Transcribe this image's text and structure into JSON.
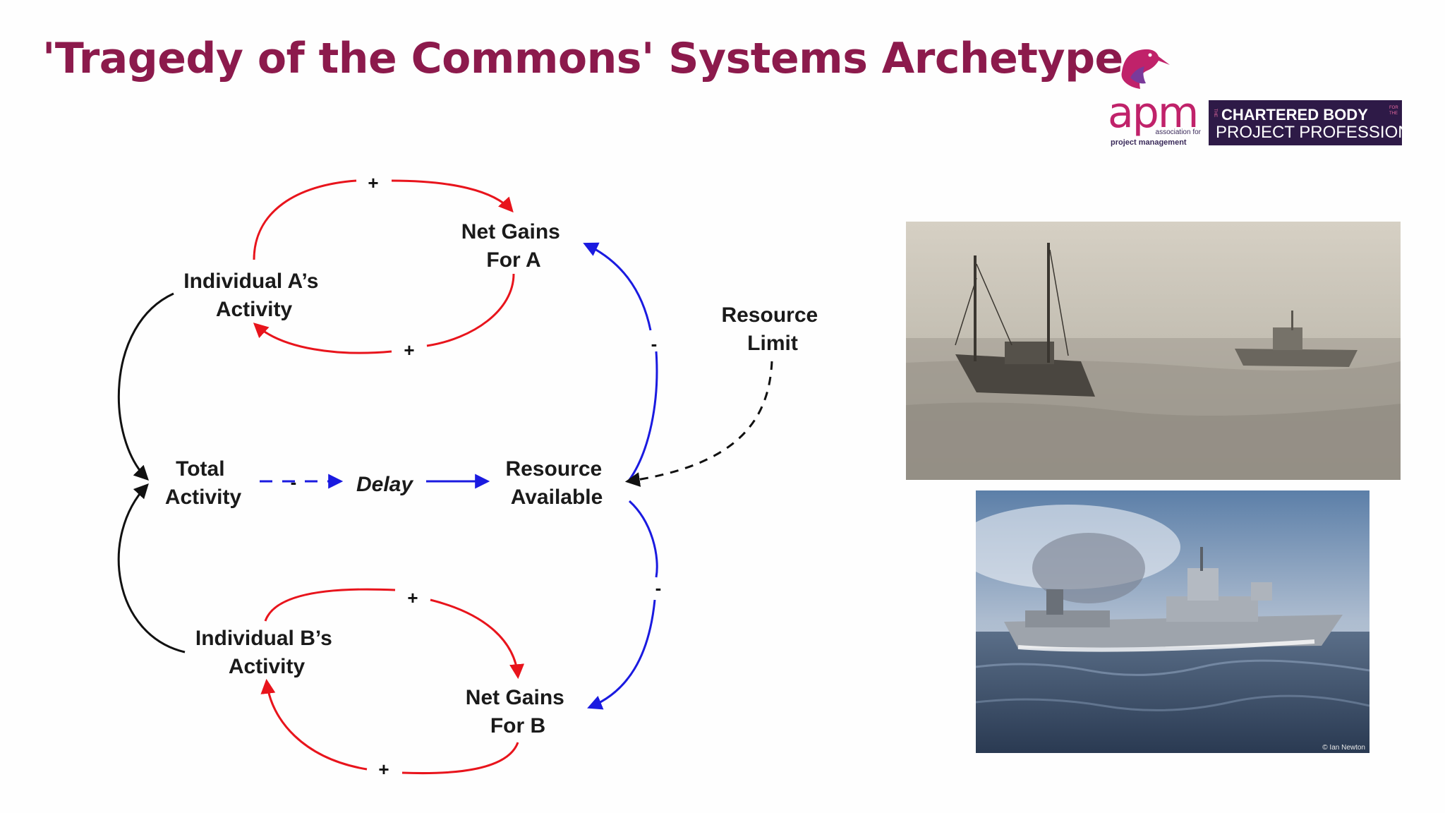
{
  "slide": {
    "title": "'Tragedy of the Commons' Systems Archetype"
  },
  "logo": {
    "apm": "apm",
    "apm_sub1": "association for",
    "apm_sub2": "project management",
    "chartered_line1": "CHARTERED BODY",
    "chartered_line2": "PROJECT PROFESSION",
    "chartered_small_left": "THE",
    "chartered_small_right_1": "FOR",
    "chartered_small_right_2": "THE"
  },
  "diagram": {
    "nodes": {
      "net_gains_a": [
        "Net Gains",
        "For A"
      ],
      "individual_a": [
        "Individual A’s",
        "Activity"
      ],
      "resource_limit": [
        "Resource",
        "Limit"
      ],
      "total_activity": [
        "Total",
        "Activity"
      ],
      "delay": "Delay",
      "resource_available": [
        "Resource",
        "Available"
      ],
      "individual_b": [
        "Individual B’s",
        "Activity"
      ],
      "net_gains_b": [
        "Net Gains",
        "For B"
      ]
    },
    "signs": {
      "a_top": "+",
      "a_bottom": "+",
      "blue_upper": "-",
      "delay_link": "-",
      "blue_lower": "-",
      "b_top": "+",
      "b_bottom": "+"
    },
    "colors": {
      "reinforcing": "#e8141c",
      "balancing": "#1a1ae0",
      "neutral": "#111111"
    }
  },
  "photos": {
    "top": "fishing-trawler-and-warship-photo",
    "bottom": "warship-and-trawler-at-sea-photo",
    "credit": "© Ian Newton"
  }
}
